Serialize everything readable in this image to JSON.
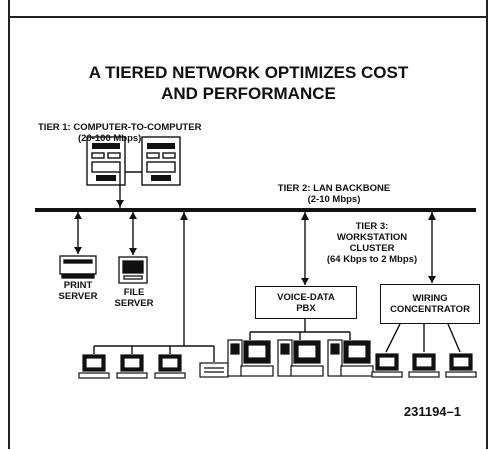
{
  "header_fragment": "Tiered Network Optimizes Cost",
  "title_line1": "A TIERED NETWORK OPTIMIZES COST",
  "title_line2": "AND PERFORMANCE",
  "tier1": {
    "label": "TIER 1: COMPUTER-TO-COMPUTER",
    "speed": "(20-100 Mbps)"
  },
  "tier2": {
    "label": "TIER 2: LAN BACKBONE",
    "speed": "(2-10 Mbps)"
  },
  "tier3": {
    "line1": "TIER 3:",
    "line2": "WORKSTATION",
    "line3": "CLUSTER",
    "speed": "(64 Kbps to 2 Mbps)"
  },
  "print_server": {
    "line1": "PRINT",
    "line2": "SERVER"
  },
  "file_server": {
    "line1": "FILE",
    "line2": "SERVER"
  },
  "pbx": {
    "line1": "VOICE-DATA",
    "line2": "PBX"
  },
  "concentrator": {
    "line1": "WIRING",
    "line2": "CONCENTRATOR"
  },
  "figure_number": "231194–1"
}
